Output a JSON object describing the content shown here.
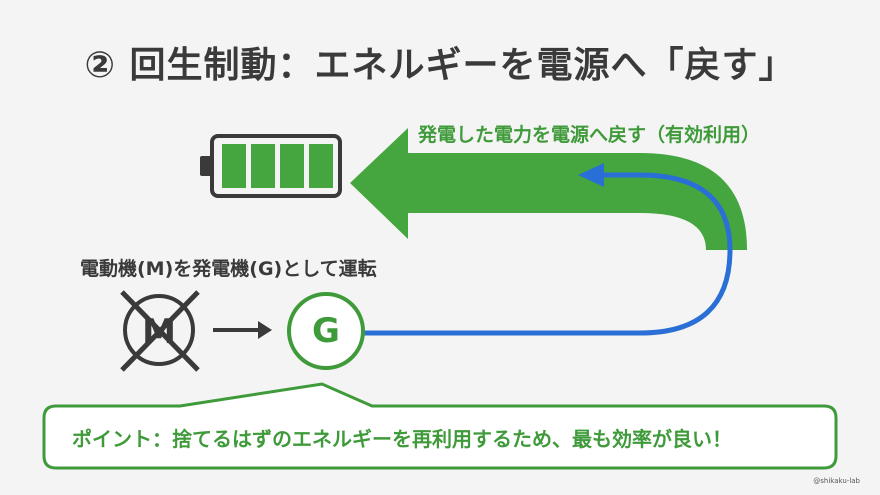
{
  "title": "② 回生制動：エネルギーを電源へ「戻す」",
  "battery": {
    "icon": "battery-full-icon",
    "color": "#3f9a3a",
    "level": 1.0
  },
  "arrow_label": "発電した電力を電源へ戻す（有効利用）",
  "motor": {
    "label": "電動機(M)を発電機(G)として運転",
    "letter": "M",
    "icon": "crossed-motor-icon"
  },
  "generator": {
    "letter": "G",
    "color": "#3f9a3a"
  },
  "flow_color": "#2a6fd6",
  "point": {
    "text": "ポイント：捨てるはずのエネルギーを再利用するため、最も効率が良い！",
    "color": "#3f9a3a"
  },
  "credit": "@shikaku-lab"
}
